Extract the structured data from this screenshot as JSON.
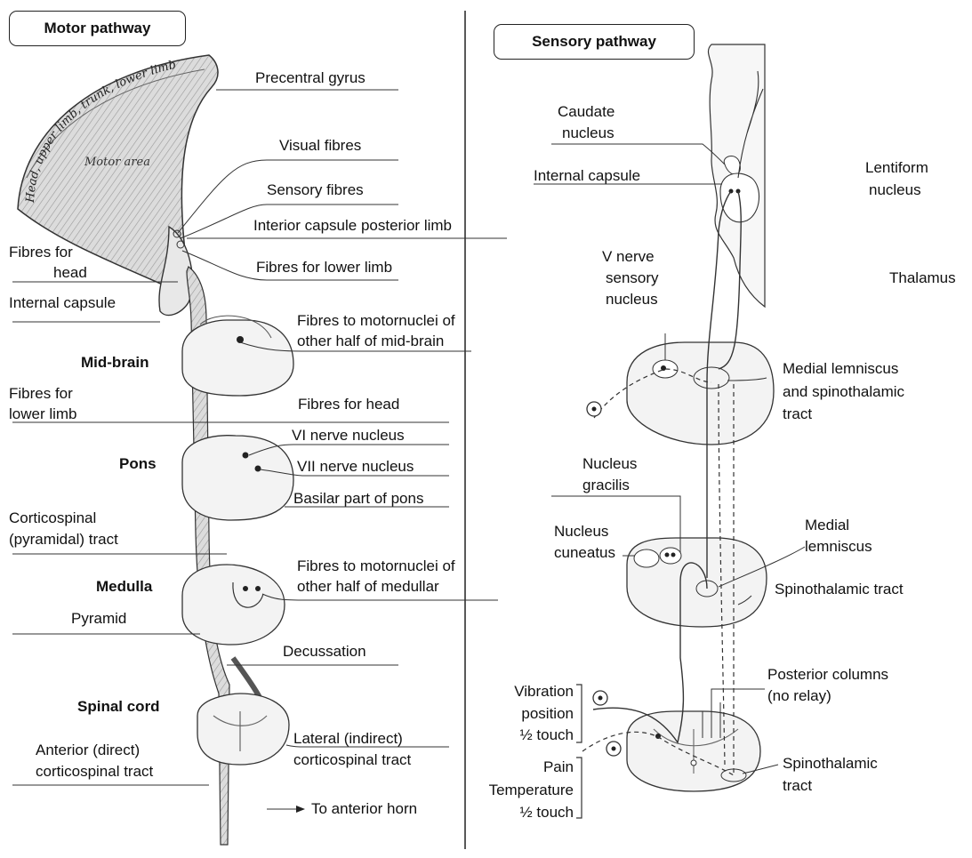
{
  "motor": {
    "title": "Motor pathway",
    "brain_text_1": "Head, upper limb, trunk, lower limb",
    "brain_text_2": "Motor area",
    "labels": {
      "precentral": "Precentral gyrus",
      "visual": "Visual fibres",
      "sensory_fibres": "Sensory fibres",
      "interior_capsule": "Interior capsule posterior limb",
      "fibres_head_1": "Fibres for",
      "fibres_head_2": "head",
      "fibres_lower_limb_upper": "Fibres for lower limb",
      "internal_capsule": "Internal capsule",
      "motornuclei_mid_1": "Fibres to motornuclei of",
      "motornuclei_mid_2": "other half of mid-brain",
      "midbrain": "Mid-brain",
      "fibres_lower_1": "Fibres for",
      "fibres_lower_2": "lower limb",
      "fibres_for_head": "Fibres for head",
      "vi_nerve": "VI nerve nucleus",
      "pons": "Pons",
      "vii_nerve": "VII nerve nucleus",
      "basilar": "Basilar part of pons",
      "corticospinal_1": "Corticospinal",
      "corticospinal_2": "(pyramidal) tract",
      "motornuclei_med_1": "Fibres to motornuclei of",
      "motornuclei_med_2": "other half of medullar",
      "medulla": "Medulla",
      "pyramid": "Pyramid",
      "decussation": "Decussation",
      "spinal_cord": "Spinal cord",
      "anterior_1": "Anterior (direct)",
      "anterior_2": "corticospinal tract",
      "lateral_1": "Lateral (indirect)",
      "lateral_2": "corticospinal tract",
      "to_anterior_horn": "To anterior horn"
    }
  },
  "sensory": {
    "title": "Sensory pathway",
    "labels": {
      "caudate_1": "Caudate",
      "caudate_2": "nucleus",
      "internal_capsule": "Internal capsule",
      "lentiform_1": "Lentiform",
      "lentiform_2": "nucleus",
      "thalamus": "Thalamus",
      "v_nerve_1": "V nerve",
      "v_nerve_2": "sensory",
      "v_nerve_3": "nucleus",
      "medial_spino_1": "Medial lemniscus",
      "medial_spino_2": "and spinothalamic",
      "medial_spino_3": "tract",
      "gracilis_1": "Nucleus",
      "gracilis_2": "gracilis",
      "cuneatus_1": "Nucleus",
      "cuneatus_2": "cuneatus",
      "medial_lemniscus_1": "Medial",
      "medial_lemniscus_2": "lemniscus",
      "spinothalamic_tract": "Spinothalamic tract",
      "posterior_1": "Posterior columns",
      "posterior_2": "(no relay)",
      "vibration_1": "Vibration",
      "vibration_2": "position",
      "vibration_3": "½ touch",
      "pain_1": "Pain",
      "pain_2": "Temperature",
      "pain_3": "½ touch",
      "spino_bottom_1": "Spinothalamic",
      "spino_bottom_2": "tract"
    }
  }
}
